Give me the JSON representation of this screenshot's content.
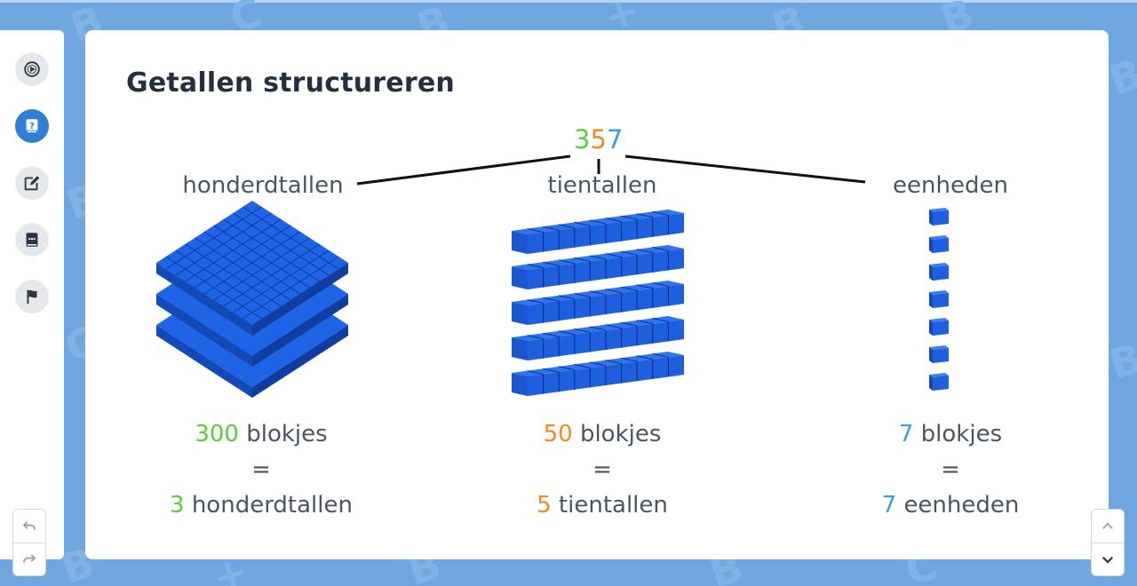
{
  "title": "Getallen structureren",
  "number": {
    "hundreds_digit": "3",
    "tens_digit": "5",
    "units_digit": "7"
  },
  "columns": [
    {
      "label": "honderdtallen",
      "count": "300",
      "count_word": "blokjes",
      "equals": "=",
      "result_number": "3",
      "result_word": "honderdtallen"
    },
    {
      "label": "tientallen",
      "count": "50",
      "count_word": "blokjes",
      "equals": "=",
      "result_number": "5",
      "result_word": "tientallen"
    },
    {
      "label": "eenheden",
      "count": "7",
      "count_word": "blokjes",
      "equals": "=",
      "result_number": "7",
      "result_word": "eenheden"
    }
  ],
  "colors": {
    "hundreds": "#5ecb3c",
    "tens": "#f08a1c",
    "units": "#3aa0d8",
    "block": "#1a5fe0",
    "active_nav": "#2f7fd3"
  },
  "sidebar": {
    "items": [
      {
        "icon": "play-circle-icon"
      },
      {
        "icon": "question-book-icon",
        "active": true
      },
      {
        "icon": "edit-icon"
      },
      {
        "icon": "chat-book-icon"
      },
      {
        "icon": "flag-icon"
      }
    ]
  }
}
